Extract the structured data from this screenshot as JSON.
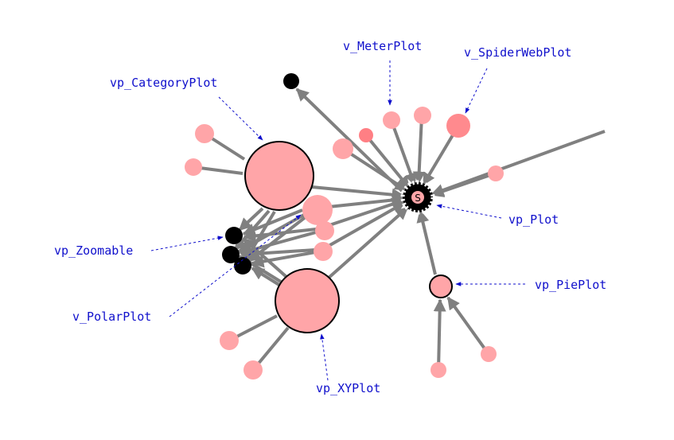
{
  "diagram": {
    "colors": {
      "node_fill": "#ffa5a8",
      "node_dark": "#000000",
      "edge": "#808080",
      "label": "#1010cc",
      "meter_node": "#ff8a8e"
    },
    "labels": {
      "meter": "v_MeterPlot",
      "spider": "v_SpiderWebPlot",
      "category": "vp_CategoryPlot",
      "plot": "vp_Plot",
      "zoomable": "vp_Zoomable",
      "polar": "v_PolarPlot",
      "pie": "vp_PiePlot",
      "xy": "vp_XYPlot"
    },
    "center_node_letter": "S"
  }
}
